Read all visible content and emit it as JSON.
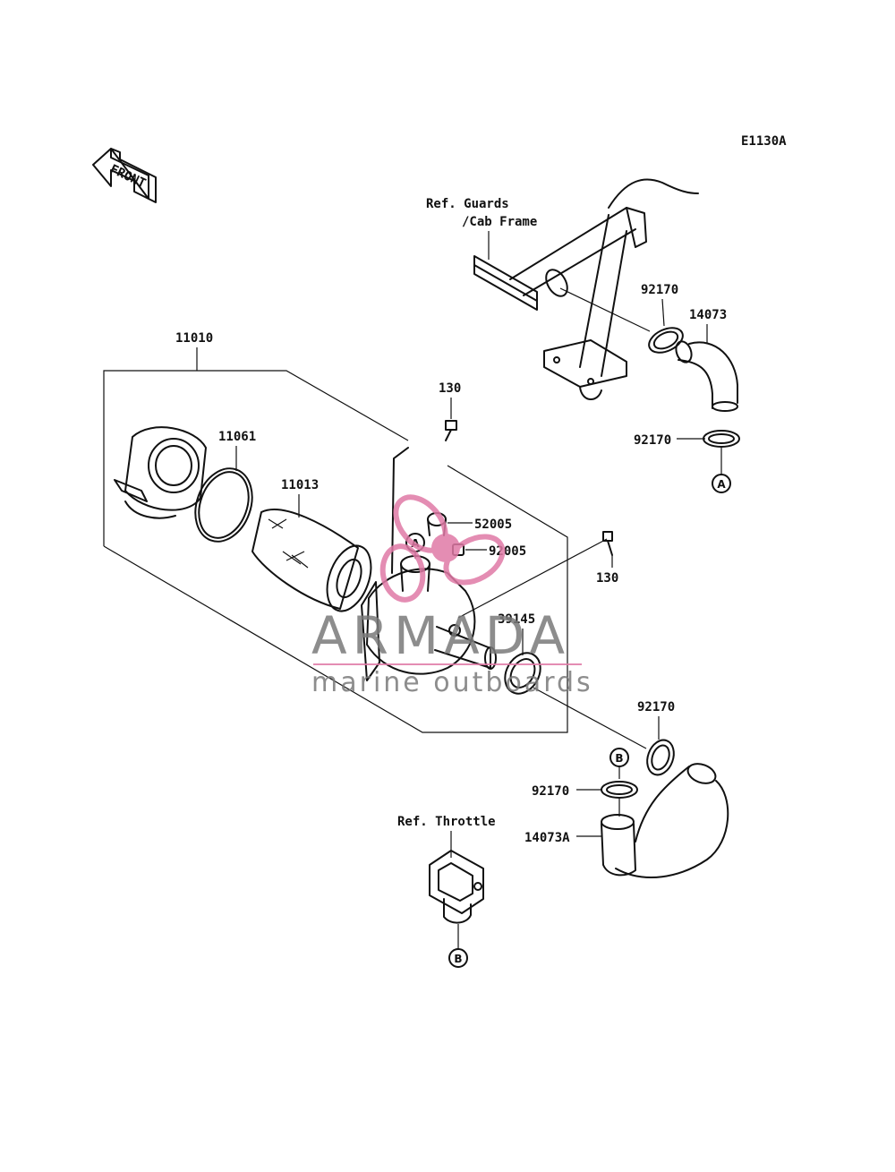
{
  "diagram": {
    "code": "E1130A",
    "front_arrow": "FRONT",
    "references": {
      "guards_line1": "Ref. Guards",
      "guards_line2": "/Cab Frame",
      "throttle": "Ref. Throttle"
    },
    "parts": {
      "p11010": "11010",
      "p11061": "11061",
      "p11013": "11013",
      "p130_top": "130",
      "p130_right": "130",
      "p52005": "52005",
      "p92005": "92005",
      "p39145": "39145",
      "p92170_a": "92170",
      "p92170_b": "92170",
      "p92170_c": "92170",
      "p92170_d": "92170",
      "p14073": "14073",
      "p14073A": "14073A"
    },
    "connectors": {
      "a_bottom": "A",
      "a_mid": "A",
      "b_top": "B",
      "b_bottom": "B"
    },
    "watermark": {
      "brand": "ARMADA",
      "tagline": "marine outboards",
      "accent_color": "#e07aa6",
      "text_color": "#7a7a7a"
    }
  }
}
